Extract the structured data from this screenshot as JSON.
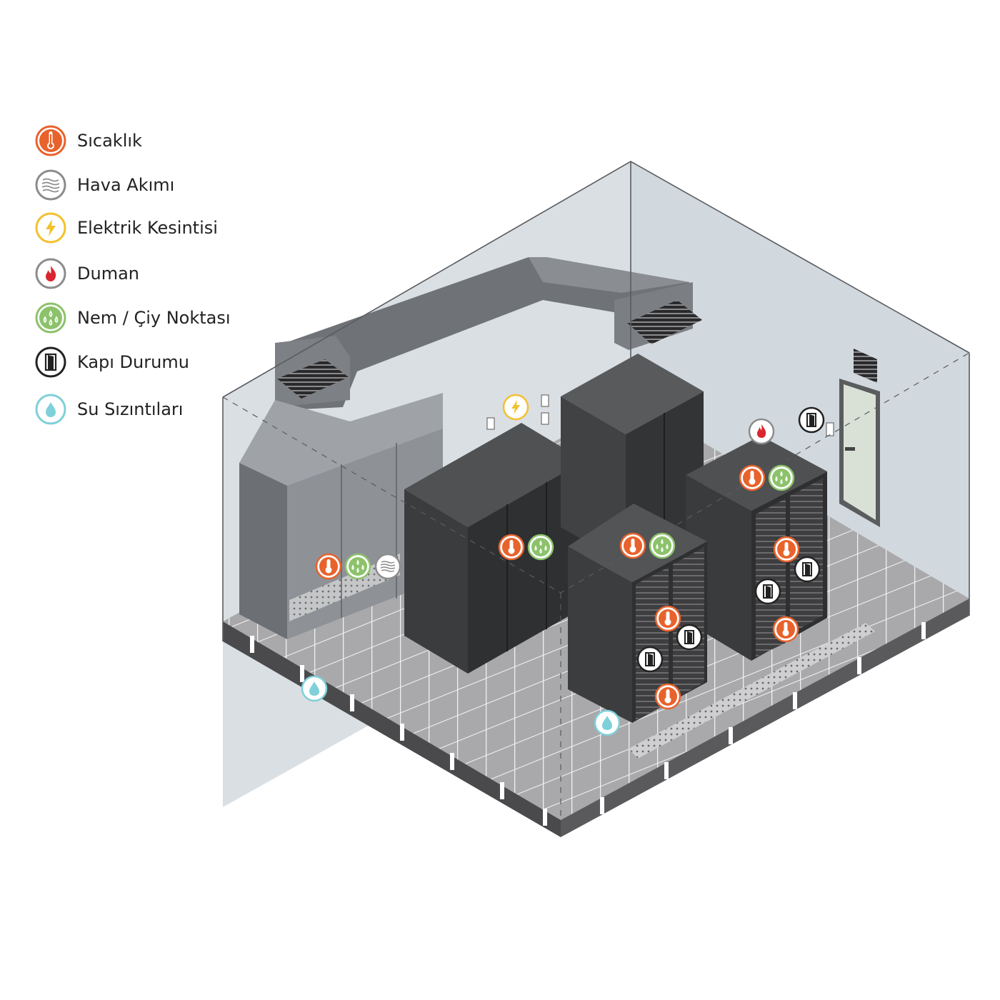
{
  "legend": [
    {
      "id": "temperature",
      "label": "Sıcaklık",
      "icon": "thermometer-icon",
      "color": "#e8622c"
    },
    {
      "id": "airflow",
      "label": "Hava Akımı",
      "icon": "airflow-icon",
      "color": "#8c8c8c"
    },
    {
      "id": "power",
      "label": "Elektrik Kesintisi",
      "icon": "lightning-icon",
      "color": "#f2c12e"
    },
    {
      "id": "smoke",
      "label": "Duman",
      "icon": "flame-icon",
      "color": "#8c8c8c"
    },
    {
      "id": "humidity",
      "label": "Nem / Çiy Noktası",
      "icon": "droplets-icon",
      "color": "#8cc26b"
    },
    {
      "id": "door",
      "label": "Kapı Durumu",
      "icon": "door-icon",
      "color": "#222222"
    },
    {
      "id": "water",
      "label": "Su Sızıntıları",
      "icon": "water-drop-icon",
      "color": "#7fd0d8"
    }
  ],
  "scene": {
    "room": "data-center-room",
    "sensors": [
      "temperature",
      "humidity",
      "airflow",
      "power",
      "smoke",
      "door",
      "water"
    ]
  }
}
